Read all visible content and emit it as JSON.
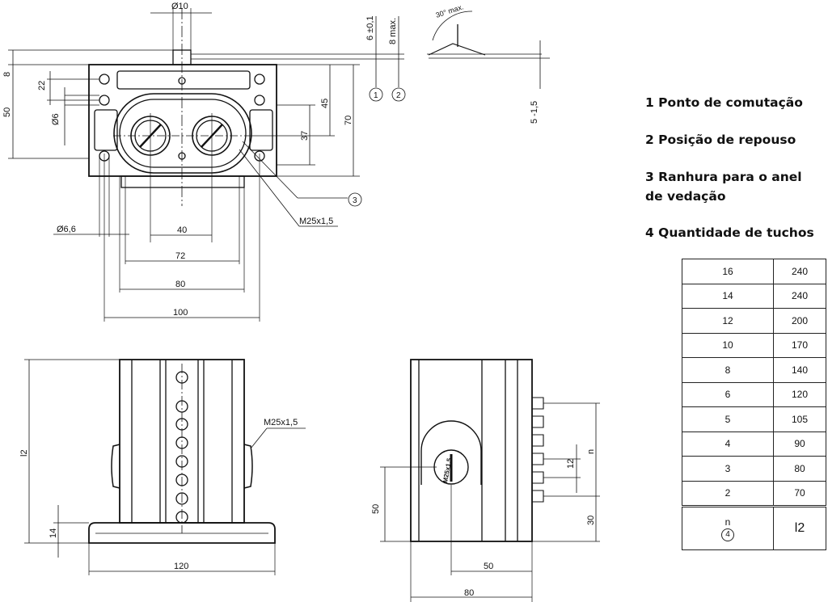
{
  "legend": {
    "item1": "1 Ponto de comutação",
    "item2": "2 Posição de repouso",
    "item3_line1": "3 Ranhura para o anel",
    "item3_line2": "de vedação",
    "item4": "4 Quantidade de tuchos"
  },
  "table": {
    "rows": [
      {
        "n": "16",
        "l2": "240"
      },
      {
        "n": "14",
        "l2": "240"
      },
      {
        "n": "12",
        "l2": "200"
      },
      {
        "n": "10",
        "l2": "170"
      },
      {
        "n": "8",
        "l2": "140"
      },
      {
        "n": "6",
        "l2": "120"
      },
      {
        "n": "5",
        "l2": "105"
      },
      {
        "n": "4",
        "l2": "90"
      },
      {
        "n": "3",
        "l2": "80"
      },
      {
        "n": "2",
        "l2": "70"
      }
    ],
    "footer_n": "n",
    "footer_ref": "4",
    "footer_l2": "l2"
  },
  "top_view": {
    "d10": "Ø10",
    "d6": "Ø6",
    "d66": "Ø6,6",
    "m25": "M25x1,5",
    "dim8": "8",
    "dim22": "22",
    "dim50": "50",
    "dim45": "45",
    "dim70": "70",
    "dim37": "37",
    "dim40": "40",
    "dim72": "72",
    "dim80": "80",
    "dim100": "100",
    "dim6tol": "6 ±0,1",
    "dim8max": "8 max.",
    "angle": "30° max.",
    "stroke": "5 -1,5",
    "ref1": "1",
    "ref2": "2",
    "ref3": "3"
  },
  "front_view": {
    "l2": "l2",
    "dim14": "14",
    "dim120": "120",
    "m25": "M25x1,5"
  },
  "side_view": {
    "dim50": "50",
    "dim12": "12",
    "dim_n": "n",
    "dim30": "30",
    "dim50b": "50",
    "dim80": "80",
    "plug": "M25x1,5"
  }
}
